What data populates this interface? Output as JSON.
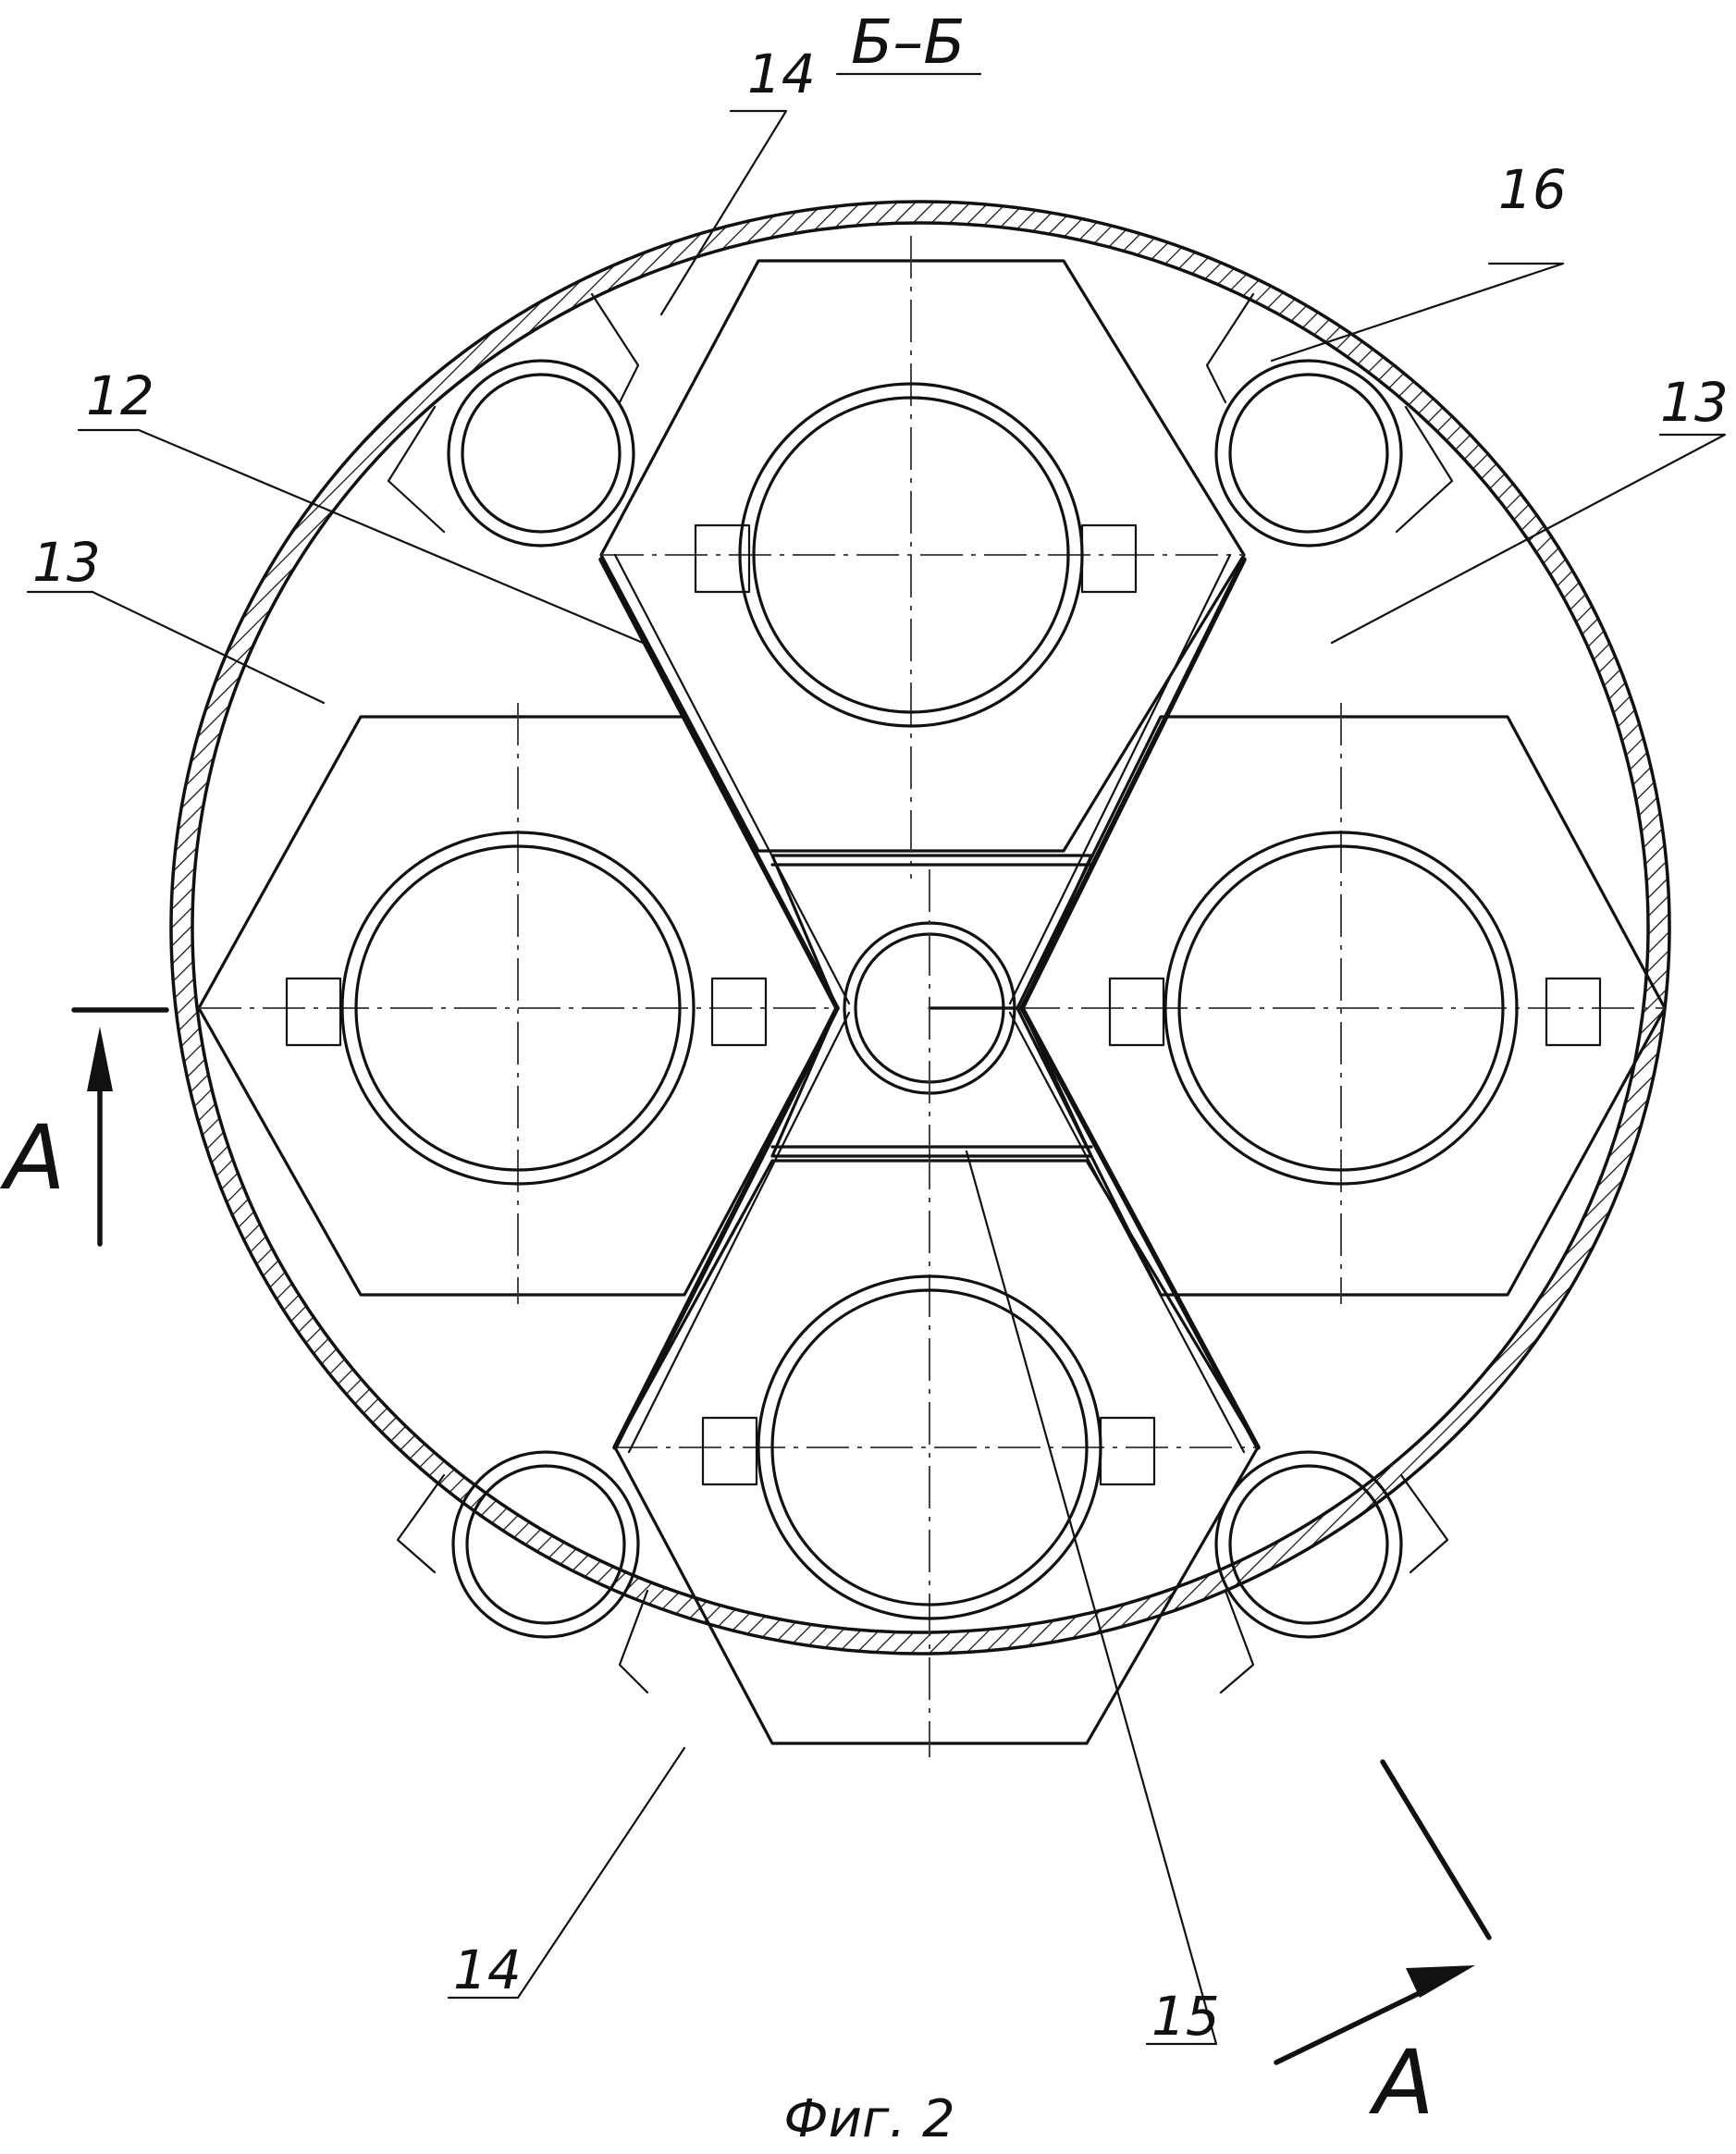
{
  "section_title": "Б–Б",
  "caption": "Фиг. 2",
  "section_mark": "А",
  "labels": {
    "l14_top": "14",
    "l16": "16",
    "l12": "12",
    "l13_left": "13",
    "l13_right": "13",
    "l14_bottom": "14",
    "l15": "15"
  },
  "colors": {
    "line": "#111111",
    "background": "#ffffff"
  }
}
